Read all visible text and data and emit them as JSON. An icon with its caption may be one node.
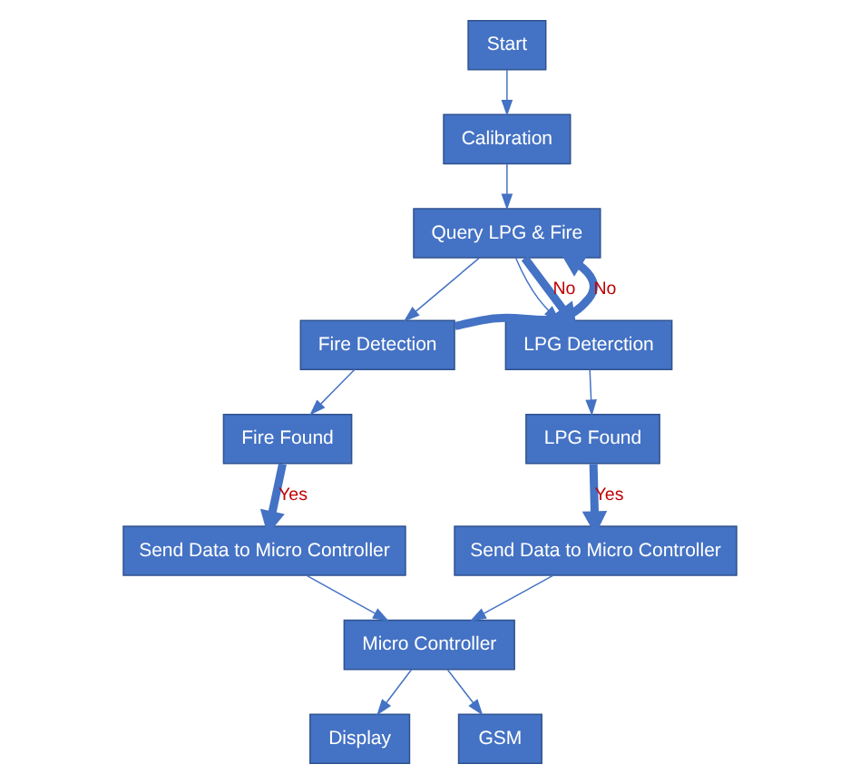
{
  "diagram": {
    "nodes": [
      {
        "text": [
          "Start"
        ]
      },
      {
        "text": [
          "Calibration"
        ]
      },
      {
        "text": [
          "Query LPG & Fire"
        ]
      },
      {
        "text": [
          "Fire Detection"
        ]
      },
      {
        "text": [
          "LPG Deterction"
        ]
      },
      {
        "text": [
          "Fire Found"
        ]
      },
      {
        "text": [
          "LPG Found"
        ]
      },
      {
        "text": [
          "Send Data to Micro Controller"
        ]
      },
      {
        "text": [
          "Send Data to Micro Controller"
        ]
      },
      {
        "text": [
          "Micro Controller"
        ]
      },
      {
        "text": [
          "Display"
        ]
      },
      {
        "text": [
          "GSM"
        ]
      }
    ],
    "edges": [
      {
        "from": 0,
        "to": 1,
        "arrow": "to"
      },
      {
        "from": 1,
        "to": 2,
        "arrow": "to"
      },
      {
        "from": 2,
        "to": 3,
        "arrow": "to"
      },
      {
        "from": 2,
        "to": 4,
        "arrow": "to"
      },
      {
        "from": 3,
        "to": 2,
        "arrow": "to",
        "label": "No",
        "style": "thick"
      },
      {
        "from": 2,
        "to": 4,
        "arrow": "to",
        "label": "No",
        "style": "thick"
      },
      {
        "from": 3,
        "to": 5,
        "arrow": "to"
      },
      {
        "from": 4,
        "to": 6,
        "arrow": "to"
      },
      {
        "from": 5,
        "to": 7,
        "arrow": "to",
        "label": "Yes",
        "style": "thick"
      },
      {
        "from": 6,
        "to": 8,
        "arrow": "to",
        "label": "Yes",
        "style": "thick"
      },
      {
        "from": 7,
        "to": 9,
        "arrow": "to"
      },
      {
        "from": 8,
        "to": 9,
        "arrow": "to"
      },
      {
        "from": 9,
        "to": 10,
        "arrow": "to"
      },
      {
        "from": 9,
        "to": 11,
        "arrow": "to"
      }
    ]
  }
}
